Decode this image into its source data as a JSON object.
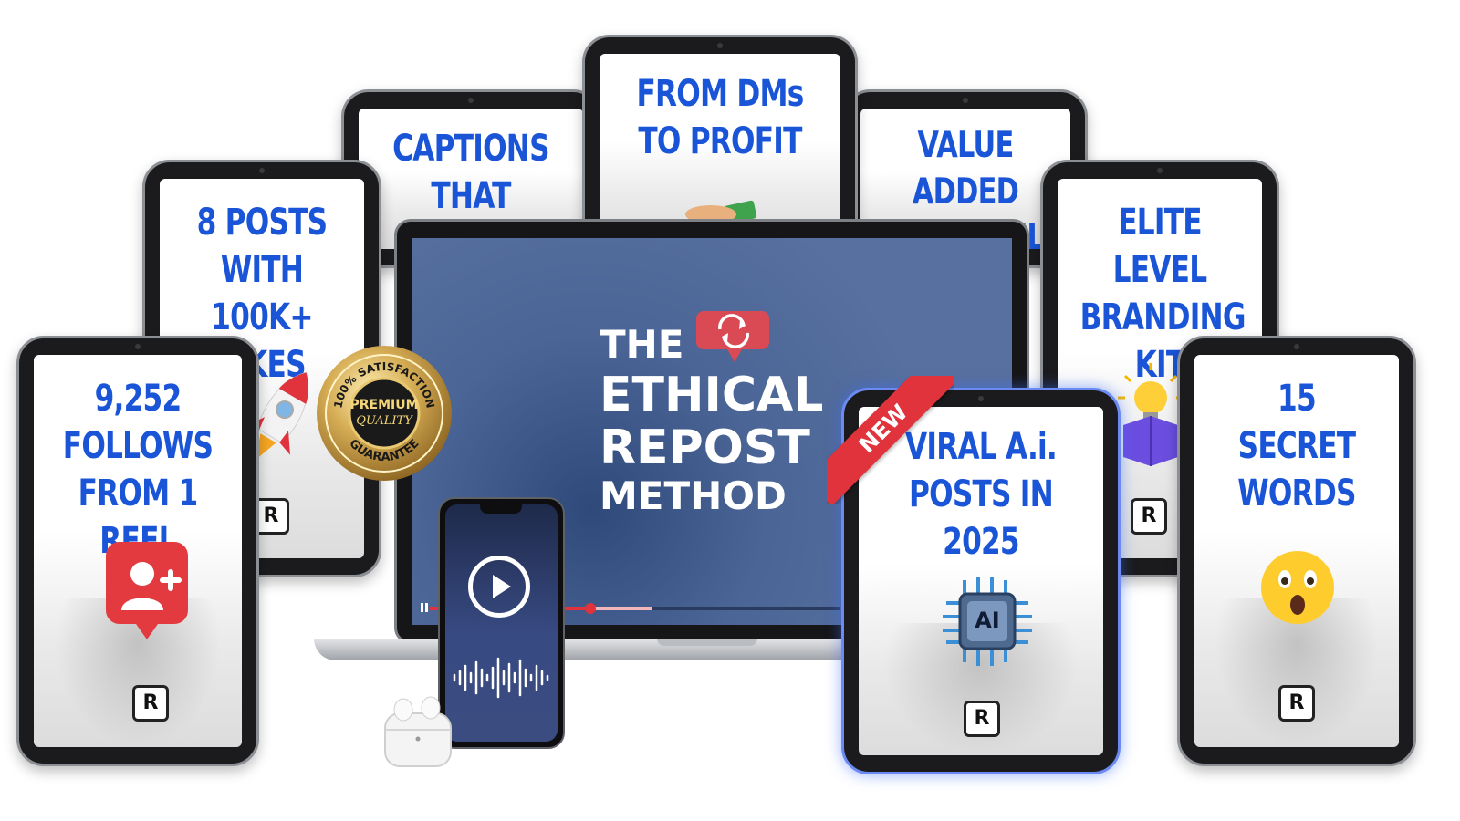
{
  "cards": {
    "follows": "9,252 FOLLOWS\nFROM 1 REEL",
    "likes": "8 POSTS WITH\n100K+ LIKES",
    "captions": "CAPTIONS\nTHAT CONVERT",
    "dms": "FROM DMs\nTO PROFIT",
    "carousels": "VALUE ADDED\nCAROUSELS",
    "branding": "ELITE LEVEL\nBRANDING KIT",
    "secret": "15 SECRET\nWORDS",
    "viral": "VIRAL A.i.\nPOSTS IN 2025"
  },
  "badge_new": "NEW",
  "seal": {
    "top": "100% SATISFACTION",
    "middle1": "PREMIUM",
    "middle2": "QUALITY",
    "bottom": "GUARANTEE"
  },
  "hero": {
    "line1": "THE",
    "line2": "ETHICAL",
    "line3": "REPOST",
    "line4": "METHOD"
  },
  "logo_letter": "R",
  "ai_chip": "AI",
  "colors": {
    "title_blue": "#1a55d8",
    "screen_blue": "#58709f",
    "accent_red": "#e0333c",
    "seal_gold": "#c9a24a"
  },
  "icons": [
    "rocket-icon",
    "add-user-icon",
    "repost-bubble-icon",
    "lightbulb-box-icon",
    "surprised-emoji-icon",
    "ai-chip-icon",
    "play-icon",
    "money-hand-icon",
    "earbuds-icon"
  ]
}
